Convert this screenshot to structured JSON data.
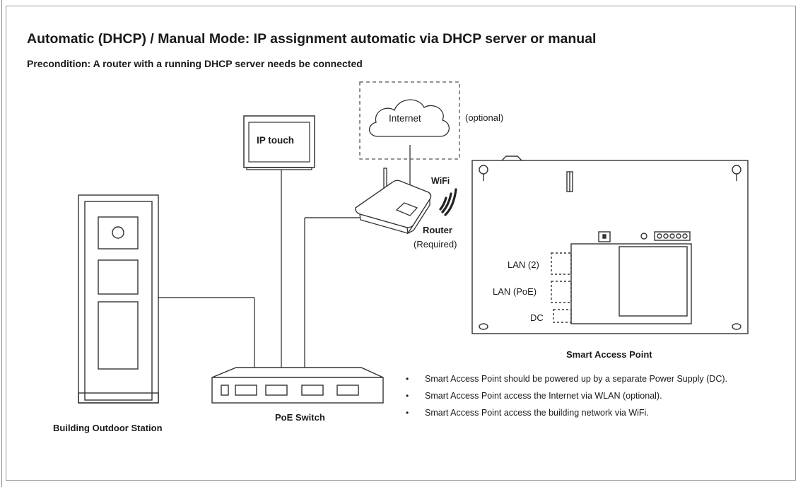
{
  "header": {
    "title": "Automatic (DHCP) / Manual Mode: IP assignment automatic via DHCP server or manual",
    "subtitle": "Precondition: A router with a running DHCP server needs be connected"
  },
  "devices": {
    "internet": {
      "label": "Internet",
      "note": "(optional)"
    },
    "ip_touch": {
      "label": "IP touch"
    },
    "router": {
      "label": "Router",
      "note": "(Required)",
      "wifi_label": "WiFi"
    },
    "outdoor_station": {
      "label": "Building Outdoor Station"
    },
    "poe_switch": {
      "label": "PoE Switch"
    },
    "smart_access_point": {
      "label": "Smart Access Point",
      "ports": {
        "lan2": "LAN (2)",
        "lan_poe": "LAN (PoE)",
        "dc": "DC"
      }
    }
  },
  "notes": [
    "Smart Access Point should be powered up by a separate Power Supply (DC).",
    "Smart Access Point access the Internet via WLAN (optional).",
    "Smart Access Point access the building network via WiFi."
  ],
  "icons": [
    "internet-cloud-icon",
    "ip-touch-monitor-icon",
    "router-icon",
    "wifi-signal-icon",
    "outdoor-station-icon",
    "poe-switch-icon",
    "smart-access-point-board-icon"
  ]
}
